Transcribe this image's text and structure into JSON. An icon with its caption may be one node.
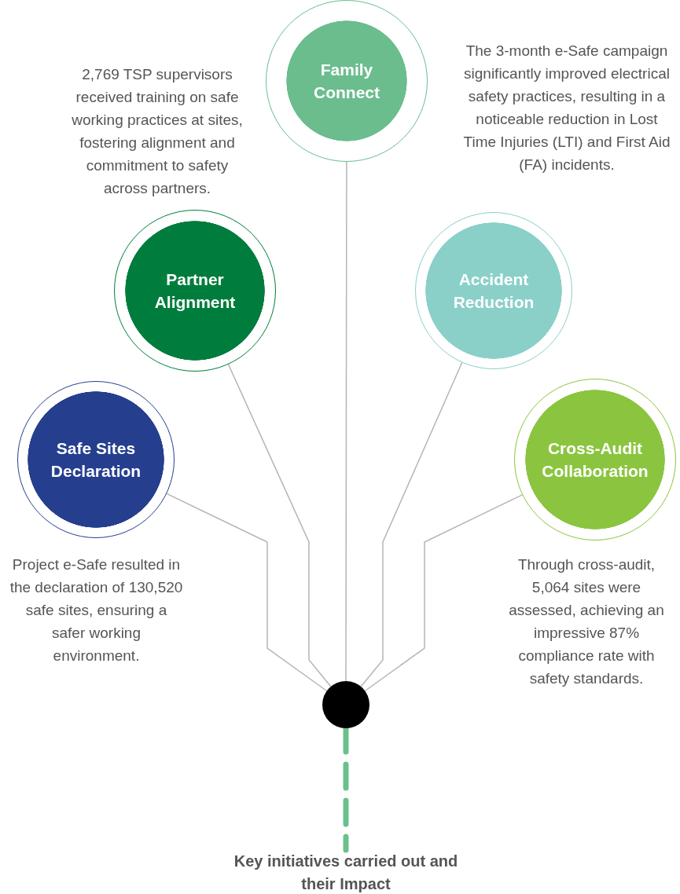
{
  "diagram": {
    "nodes": [
      {
        "text": [
          "Family Connect"
        ]
      },
      {
        "text": [
          "Partner Alignment"
        ],
        "beside": [
          "2,769 TSP supervisors received training on safe working practices at sites, fostering alignment and commitment to safety across partners."
        ]
      },
      {
        "text": [
          "Accident Reduction"
        ],
        "beside": [
          "The 3-month e-Safe campaign significantly improved electrical safety practices, resulting in a noticeable reduction in Lost Time Injuries (LTI) and First Aid (FA) incidents."
        ]
      },
      {
        "text": [
          "Safe Sites Declaration"
        ],
        "beside": [
          "Project e-Safe resulted in the declaration of 130,520 safe sites, ensuring a safer working environment."
        ]
      },
      {
        "text": [
          "Cross-Audit Collaboration"
        ],
        "beside": [
          "Through cross-audit, 5,064 sites were assessed, achieving an impressive 87% compliance rate with safety standards."
        ]
      },
      {
        "text": [],
        "shape": "circle"
      },
      {
        "text": [
          "Key initiatives carried out and their Impact"
        ]
      }
    ],
    "edges": [
      {
        "from": 0,
        "to": 5,
        "arrow": "none"
      },
      {
        "from": 1,
        "to": 5,
        "arrow": "none"
      },
      {
        "from": 2,
        "to": 5,
        "arrow": "none"
      },
      {
        "from": 3,
        "to": 5,
        "arrow": "none"
      },
      {
        "from": 4,
        "to": 5,
        "arrow": "none"
      },
      {
        "from": 5,
        "to": 6,
        "arrow": "none",
        "style": "dashed",
        "color": "#6cc08b"
      }
    ]
  }
}
